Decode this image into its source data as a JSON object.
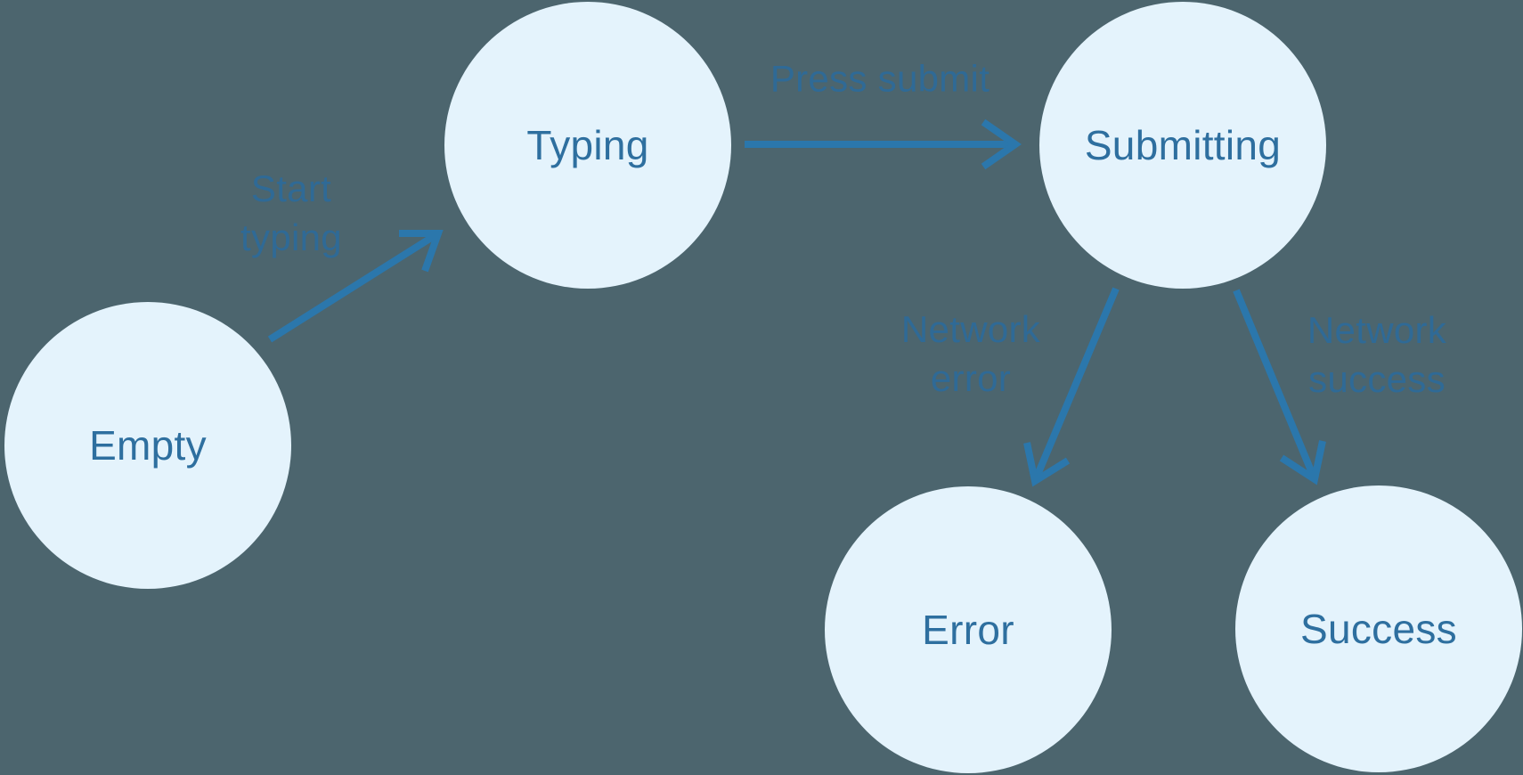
{
  "diagram": {
    "type": "state-machine",
    "background_color": "#4C656E"
  },
  "colors": {
    "node_fill": "#E4F3FC",
    "node_text": "#2E6F9F",
    "edge_label_text": "#2F6A96",
    "arrow": "#2B77AC"
  },
  "nodes": [
    {
      "id": "empty",
      "label": "Empty"
    },
    {
      "id": "typing",
      "label": "Typing"
    },
    {
      "id": "submitting",
      "label": "Submitting"
    },
    {
      "id": "error",
      "label": "Error"
    },
    {
      "id": "success",
      "label": "Success"
    }
  ],
  "edges": [
    {
      "id": "start-typing",
      "from": "Empty",
      "to": "Typing",
      "label": "Start typing",
      "label_lines": [
        "Start",
        "typing"
      ]
    },
    {
      "id": "press-submit",
      "from": "Typing",
      "to": "Submitting",
      "label": "Press submit",
      "label_lines": [
        "Press submit"
      ]
    },
    {
      "id": "network-error",
      "from": "Submitting",
      "to": "Error",
      "label": "Network error",
      "label_lines": [
        "Network",
        "error"
      ]
    },
    {
      "id": "network-success",
      "from": "Submitting",
      "to": "Success",
      "label": "Network success",
      "label_lines": [
        "Network",
        "success"
      ]
    }
  ]
}
